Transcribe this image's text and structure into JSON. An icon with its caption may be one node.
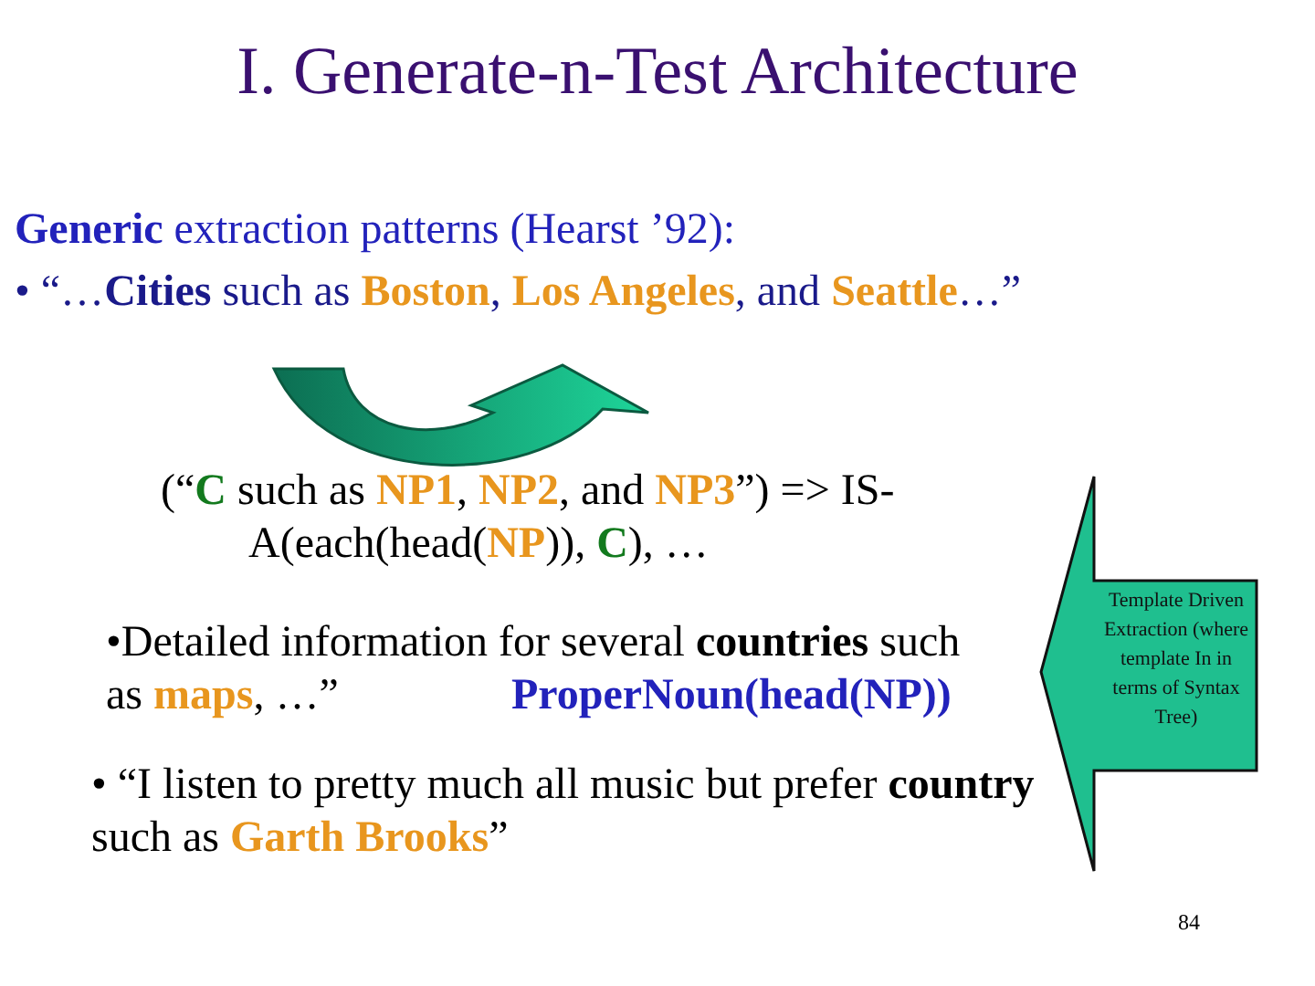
{
  "diagram": {
    "title": "I. Generate-n-Test Architecture",
    "nodes": [
      {
        "text": [
          "Template Driven Extraction (where template In in terms of Syntax Tree)"
        ]
      }
    ],
    "labels": [
      "**Generic** extraction patterns (Hearst ’92):",
      "• “…**Cities** such as **Boston**, **Los Angeles**, and **Seattle**…”",
      "(“**C** such as **NP1**, **NP2**, and **NP3**”) => IS-A(each(head(**NP**)), **C**), …",
      "•Detailed information for several **countries** such as **maps**, …”",
      "ProperNoun(head(**NP**))",
      "• “I listen to pretty much all music but prefer **country** such as **Garth Brooks**”",
      "84"
    ]
  }
}
